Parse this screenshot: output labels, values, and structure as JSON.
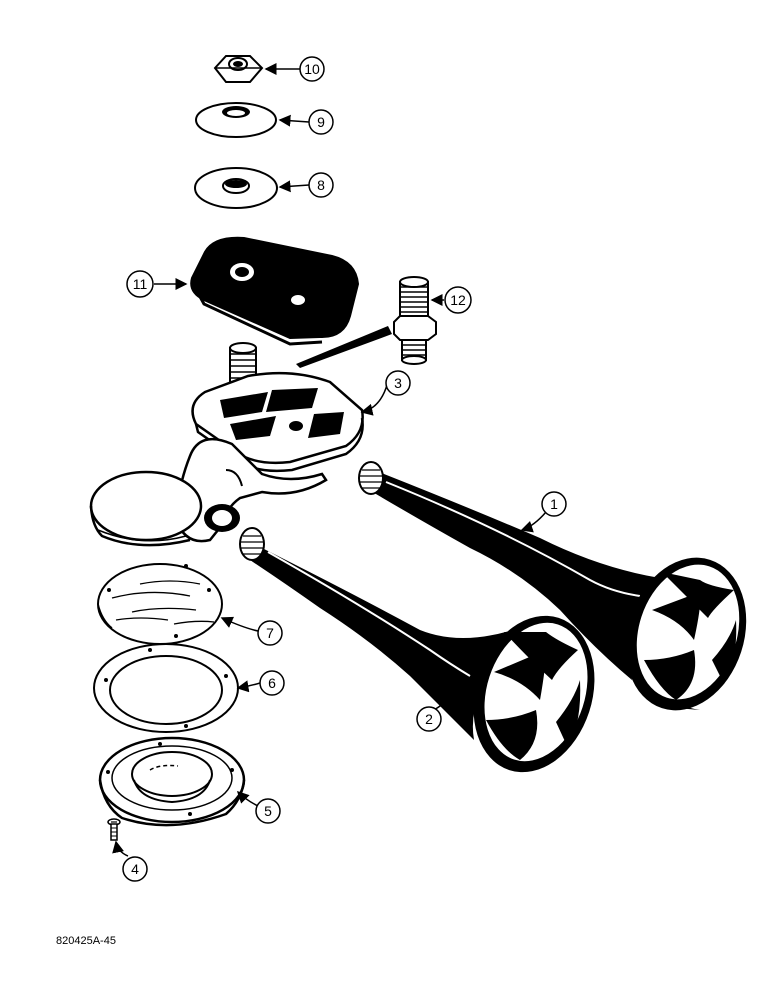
{
  "figure_id": "820425A-45",
  "callouts": [
    {
      "id": "callout-1",
      "label": "1"
    },
    {
      "id": "callout-2",
      "label": "2"
    },
    {
      "id": "callout-3",
      "label": "3"
    },
    {
      "id": "callout-4",
      "label": "4"
    },
    {
      "id": "callout-5",
      "label": "5"
    },
    {
      "id": "callout-6",
      "label": "6"
    },
    {
      "id": "callout-7",
      "label": "7"
    },
    {
      "id": "callout-8",
      "label": "8"
    },
    {
      "id": "callout-9",
      "label": "9"
    },
    {
      "id": "callout-10",
      "label": "10"
    },
    {
      "id": "callout-11",
      "label": "11"
    },
    {
      "id": "callout-12",
      "label": "12"
    }
  ]
}
